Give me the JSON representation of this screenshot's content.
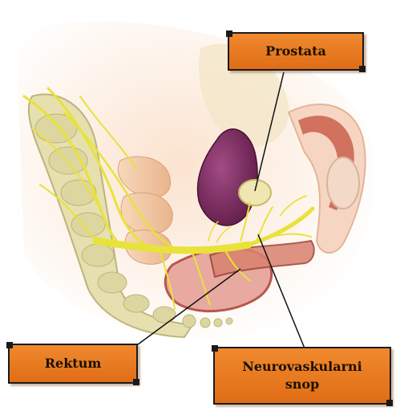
{
  "labels": {
    "prostata": "Prostata",
    "rektum": "Rektum",
    "neuro_line1": "Neurovaskularni",
    "neuro_line2": "snop"
  },
  "colors": {
    "label_fill": "#e8781f",
    "nerve": "#e8e23a",
    "prostate_purple": "#7a2a5c",
    "tissue": "#f6d6b8",
    "bone": "#e6e0b0",
    "bowel": "#f2c79e"
  }
}
